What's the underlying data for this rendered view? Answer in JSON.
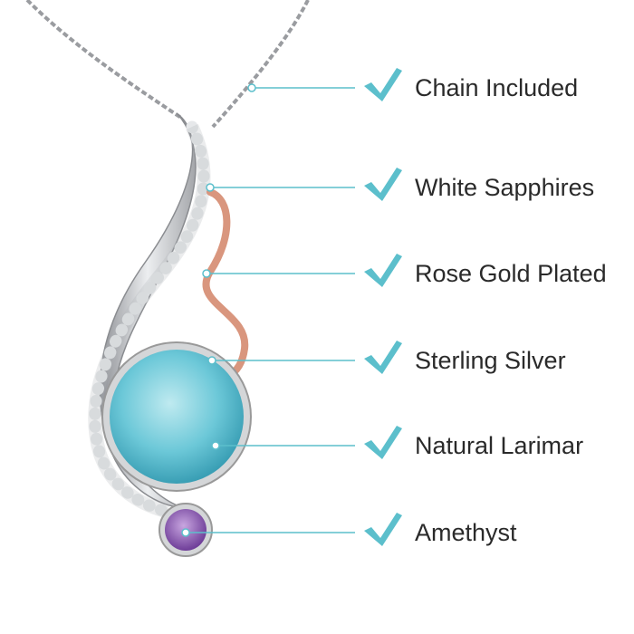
{
  "accent_color": "#5cbfcc",
  "features": [
    {
      "label": "Chain Included",
      "icon": "check-icon"
    },
    {
      "label": "White Sapphires",
      "icon": "check-icon"
    },
    {
      "label": "Rose Gold Plated",
      "icon": "check-icon"
    },
    {
      "label": "Sterling Silver",
      "icon": "check-icon"
    },
    {
      "label": "Natural Larimar",
      "icon": "check-icon"
    },
    {
      "label": "Amethyst",
      "icon": "check-icon"
    }
  ]
}
